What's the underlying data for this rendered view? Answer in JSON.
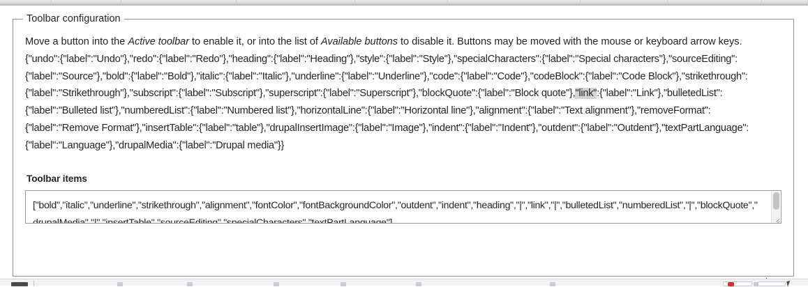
{
  "window": {
    "top_strip_columns": [
      74,
      100,
      165,
      170,
      133,
      190,
      125,
      135,
      66
    ]
  },
  "fieldset": {
    "legend": "Toolbar configuration",
    "description_parts": {
      "p1": "Move a button into the ",
      "em1": "Active toolbar",
      "p2": " to enable it, or into the list of ",
      "em2": "Available buttons",
      "p3": " to disable it. Buttons may be moved with the mouse or keyboard arrow keys."
    },
    "button_definitions_json": {
      "before_selection": "{\"undo\":{\"label\":\"Undo\"},\"redo\":{\"label\":\"Redo\"},\"heading\":{\"label\":\"Heading\"},\"style\":{\"label\":\"Style\"},\"specialCharacters\":{\"label\":\"Special characters\"},\"sourceEditing\":{\"label\":\"Source\"},\"bold\":{\"label\":\"Bold\"},\"italic\":{\"label\":\"Italic\"},\"underline\":{\"label\":\"Underline\"},\"code\":{\"label\":\"Code\"},\"codeBlock\":{\"label\":\"Code Block\"},\"strikethrough\":{\"label\":\"Strikethrough\"},\"subscript\":{\"label\":\"Subscript\"},\"superscript\":{\"label\":\"Superscript\"},\"blockQuote\":{\"label\":\"Block quote\"},",
      "selected": "\"link\"",
      "after_selection": ":{\"label\":\"Link\"},\"bulletedList\":{\"label\":\"Bulleted list\"},\"numberedList\":{\"label\":\"Numbered list\"},\"horizontalLine\":{\"label\":\"Horizontal line\"},\"alignment\":{\"label\":\"Text alignment\"},\"removeFormat\":{\"label\":\"Remove Format\"},\"insertTable\":{\"label\":\"table\"},\"drupalInsertImage\":{\"label\":\"Image\"},\"indent\":{\"label\":\"Indent\"},\"outdent\":{\"label\":\"Outdent\"},\"textPartLanguage\":{\"label\":\"Language\"},\"drupalMedia\":{\"label\":\"Drupal media\"}}"
    }
  },
  "toolbar_items": {
    "label": "Toolbar items",
    "value": "[\"bold\",\"italic\",\"underline\",\"strikethrough\",\"alignment\",\"fontColor\",\"fontBackgroundColor\",\"outdent\",\"indent\",\"heading\",\"|\",\"link\",\"|\",\"bulletedList\",\"numberedList\",\"|\",\"blockQuote\",\"drupalMedia\",\"|\",\"insertTable\",\"sourceEditing\",\"specialCharacters\",\"textPartLanguage\"]"
  },
  "colors": {
    "text": "#232429",
    "fieldset_border": "#8e8e8e",
    "input_border": "#9a9a9a",
    "selection_highlight": "#d4d4d4",
    "taskbar_bg": "#f1f2f4",
    "accent_red": "#df2a2a"
  }
}
